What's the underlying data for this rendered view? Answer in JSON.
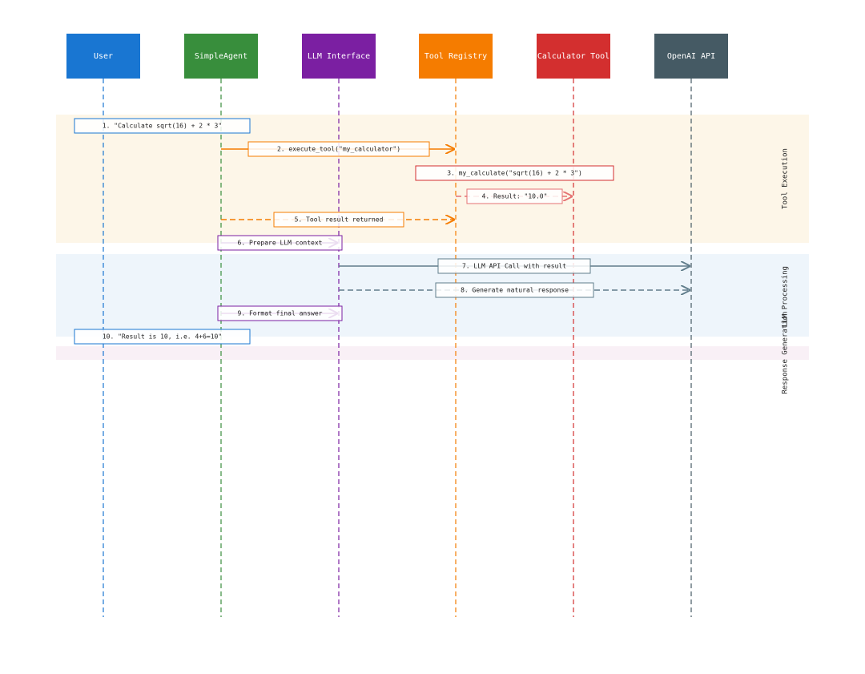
{
  "actors": [
    {
      "id": "user",
      "label": "User",
      "color": "#1976d2"
    },
    {
      "id": "agent",
      "label": "SimpleAgent",
      "color": "#388e3c"
    },
    {
      "id": "llm",
      "label": "LLM Interface",
      "color": "#7b1fa2"
    },
    {
      "id": "registry",
      "label": "Tool Registry",
      "color": "#f57c00"
    },
    {
      "id": "calc",
      "label": "Calculator Tool",
      "color": "#d32f2f"
    },
    {
      "id": "openai",
      "label": "OpenAI API",
      "color": "#455a64"
    }
  ],
  "phases": [
    {
      "label": "Tool Execution",
      "color": "#fdf6e8"
    },
    {
      "label": "LLM Processing",
      "color": "#eef5fb"
    },
    {
      "label": "Response Generation",
      "color": "#f9f0f6"
    }
  ],
  "messages": [
    {
      "label": "1. \"Calculate sqrt(16) + 2 * 3\"",
      "color": "#1976d2",
      "arrow": "none",
      "dashed": false
    },
    {
      "label": "2. execute_tool(\"my_calculator\")",
      "color": "#f57c00",
      "arrow": "solid",
      "dashed": false
    },
    {
      "label": "3. my_calculate(\"sqrt(16) + 2 * 3\")",
      "color": "#d32f2f",
      "arrow": "none",
      "dashed": false
    },
    {
      "label": "4. Result: \"10.0\"",
      "color": "#e57373",
      "arrow": "dashed",
      "dashed": true
    },
    {
      "label": "5. Tool result returned",
      "color": "#f57c00",
      "arrow": "dashed",
      "dashed": true
    },
    {
      "label": "6. Prepare LLM context",
      "color": "#7b1fa2",
      "arrow": "solid",
      "dashed": false
    },
    {
      "label": "7. LLM API Call with result",
      "color": "#607d8b",
      "arrow": "solid",
      "dashed": false
    },
    {
      "label": "8. Generate natural response",
      "color": "#607d8b",
      "arrow": "dashed",
      "dashed": true
    },
    {
      "label": "9. Format final answer",
      "color": "#7b1fa2",
      "arrow": "solid",
      "dashed": false
    },
    {
      "label": "10. \"Result is 10, i.e. 4+6=10\"",
      "color": "#1976d2",
      "arrow": "none",
      "dashed": false
    }
  ]
}
